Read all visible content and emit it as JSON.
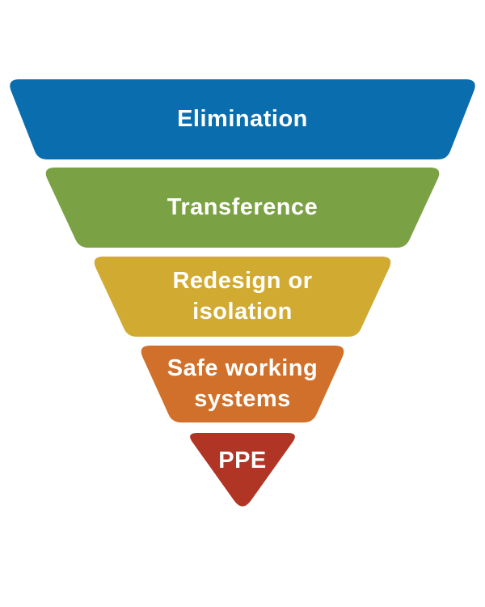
{
  "text_color": "#ffffff",
  "divider_color": "#ffffff",
  "bands": [
    {
      "label": "Elimination",
      "color": "#0a6dae"
    },
    {
      "label": "Transference",
      "color": "#7aa144"
    },
    {
      "label": "Redesign or\nisolation",
      "color": "#d1aa31"
    },
    {
      "label": "Safe working\nsystems",
      "color": "#d0702a"
    },
    {
      "label": "PPE",
      "color": "#b03524"
    }
  ]
}
